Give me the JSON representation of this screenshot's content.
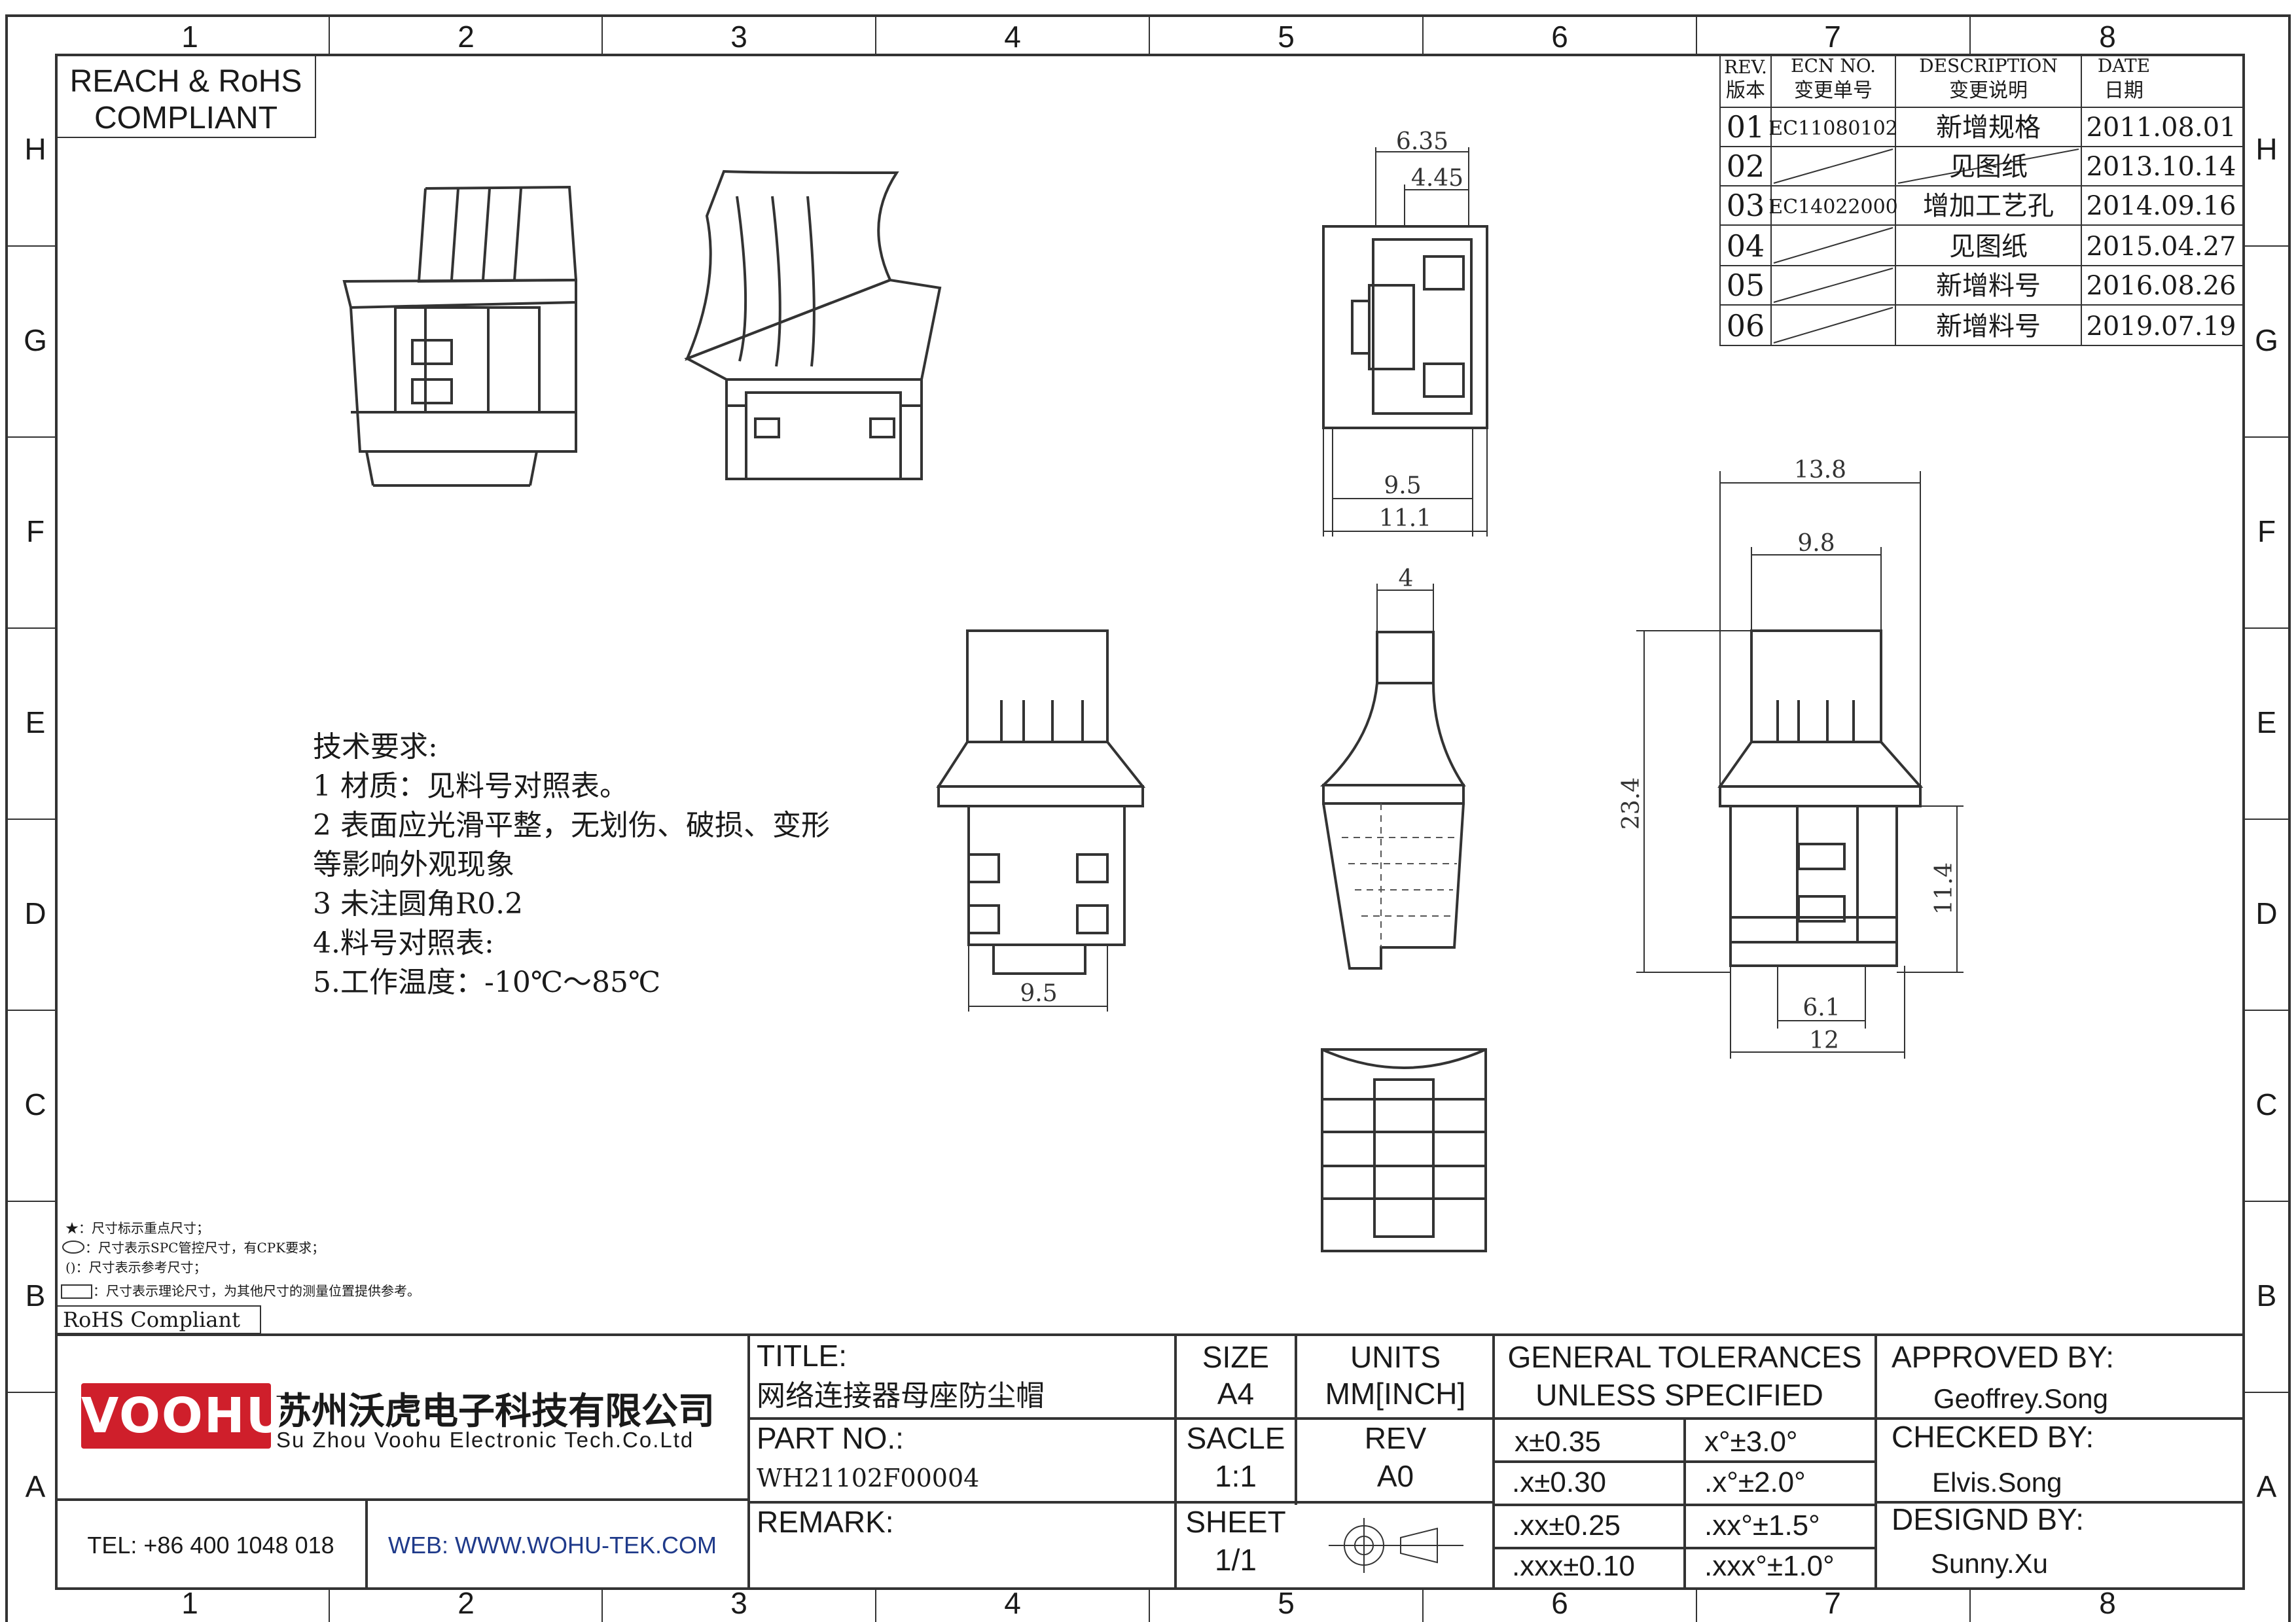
{
  "compliance_box": {
    "line1": "REACH & RoHS",
    "line2": "COMPLIANT"
  },
  "border": {
    "columns": [
      "1",
      "2",
      "3",
      "4",
      "5",
      "6",
      "7",
      "8"
    ],
    "rows": [
      "H",
      "G",
      "F",
      "E",
      "D",
      "C",
      "B",
      "A"
    ]
  },
  "revision_table": {
    "headers": {
      "rev": [
        "REV.",
        "版本"
      ],
      "ecn": [
        "ECN NO.",
        "变更单号"
      ],
      "desc": [
        "DESCRIPTION",
        "变更说明"
      ],
      "date": [
        "DATE",
        "日期"
      ]
    },
    "rows": [
      {
        "rev": "01",
        "ecn": "EC11080102",
        "desc": "新增规格",
        "date": "2011.08.01"
      },
      {
        "rev": "02",
        "ecn": "",
        "desc": "见图纸",
        "date": "2013.10.14"
      },
      {
        "rev": "03",
        "ecn": "EC14022000",
        "desc": "增加工艺孔",
        "date": "2014.09.16"
      },
      {
        "rev": "04",
        "ecn": "",
        "desc": "见图纸",
        "date": "2015.04.27"
      },
      {
        "rev": "05",
        "ecn": "",
        "desc": "新增料号",
        "date": "2016.08.26"
      },
      {
        "rev": "06",
        "ecn": "",
        "desc": "新增料号",
        "date": "2019.07.19"
      }
    ]
  },
  "dimensions": {
    "side_top_635": "6.35",
    "side_top_445": "4.45",
    "side_bot_95": "9.5",
    "side_bot_111": "11.1",
    "front_bot_95": "9.5",
    "mid_top_4": "4",
    "right_138": "13.8",
    "right_98": "9.8",
    "right_234": "23.4",
    "right_114": "11.4",
    "right_61": "6.1",
    "right_12": "12"
  },
  "tech_requirements": [
    "技术要求:",
    "1 材质：见料号对照表。",
    "2 表面应光滑平整，无划伤、破损、变形",
    "等影响外观现象",
    "3 未注圆角R0.2",
    "4.料号对照表:",
    "5.工作温度：-10℃～85℃"
  ],
  "legend": [
    "★：尺寸标示重点尺寸；",
    "：尺寸表示SPC管控尺寸，有CPK要求；",
    "()：尺寸表示参考尺寸；",
    "：尺寸表示理论尺寸，为其他尺寸的测量位置提供参考。"
  ],
  "rohs_label": "RoHS  Compliant",
  "title_block": {
    "logo": "VOOHU",
    "company_cn": "苏州沃虎电子科技有限公司",
    "company_en": "Su Zhou Voohu Electronic Tech.Co.Ltd",
    "tel": "TEL: +86 400 1048 018",
    "web": "WEB: WWW.WOHU-TEK.COM",
    "title_label": "TITLE:",
    "title_value": "网络连接器母座防尘帽",
    "part_label": "PART NO.:",
    "part_value": "WH21102F00004",
    "remark_label": "REMARK:",
    "size_label": "SIZE",
    "size_value": "A4",
    "units_label": "UNITS",
    "units_value": "MM[INCH]",
    "scale_label": "SACLE",
    "scale_value": "1:1",
    "rev_label": "REV",
    "rev_value": "A0",
    "sheet_label": "SHEET",
    "sheet_value": "1/1",
    "tol_title1": "GENERAL TOLERANCES",
    "tol_title2": "UNLESS SPECIFIED",
    "tolerances": [
      [
        "x±0.35",
        "x°±3.0°"
      ],
      [
        ".x±0.30",
        ".x°±2.0°"
      ],
      [
        ".xx±0.25",
        ".xx°±1.5°"
      ],
      [
        ".xxx±0.10",
        ".xxx°±1.0°"
      ]
    ],
    "approved_label": "APPROVED BY:",
    "approved_value": "Geoffrey.Song",
    "checked_label": "CHECKED BY:",
    "checked_value": "Elvis.Song",
    "design_label": "DESIGND BY:",
    "design_value": "Sunny.Xu"
  }
}
